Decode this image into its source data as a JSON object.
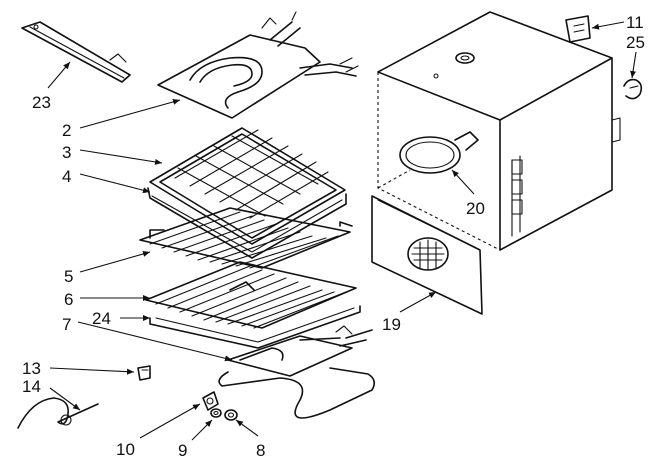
{
  "callouts": [
    {
      "id": "c2",
      "text": "2"
    },
    {
      "id": "c3",
      "text": "3"
    },
    {
      "id": "c4",
      "text": "4"
    },
    {
      "id": "c5",
      "text": "5"
    },
    {
      "id": "c6",
      "text": "6"
    },
    {
      "id": "c7",
      "text": "7"
    },
    {
      "id": "c24",
      "text": "24"
    },
    {
      "id": "c23",
      "text": "23"
    },
    {
      "id": "c13",
      "text": "13"
    },
    {
      "id": "c14",
      "text": "14"
    },
    {
      "id": "c10",
      "text": "10"
    },
    {
      "id": "c9",
      "text": "9"
    },
    {
      "id": "c8",
      "text": "8"
    },
    {
      "id": "c19",
      "text": "19"
    },
    {
      "id": "c20",
      "text": "20"
    },
    {
      "id": "c11",
      "text": "11"
    },
    {
      "id": "c25",
      "text": "25"
    }
  ]
}
